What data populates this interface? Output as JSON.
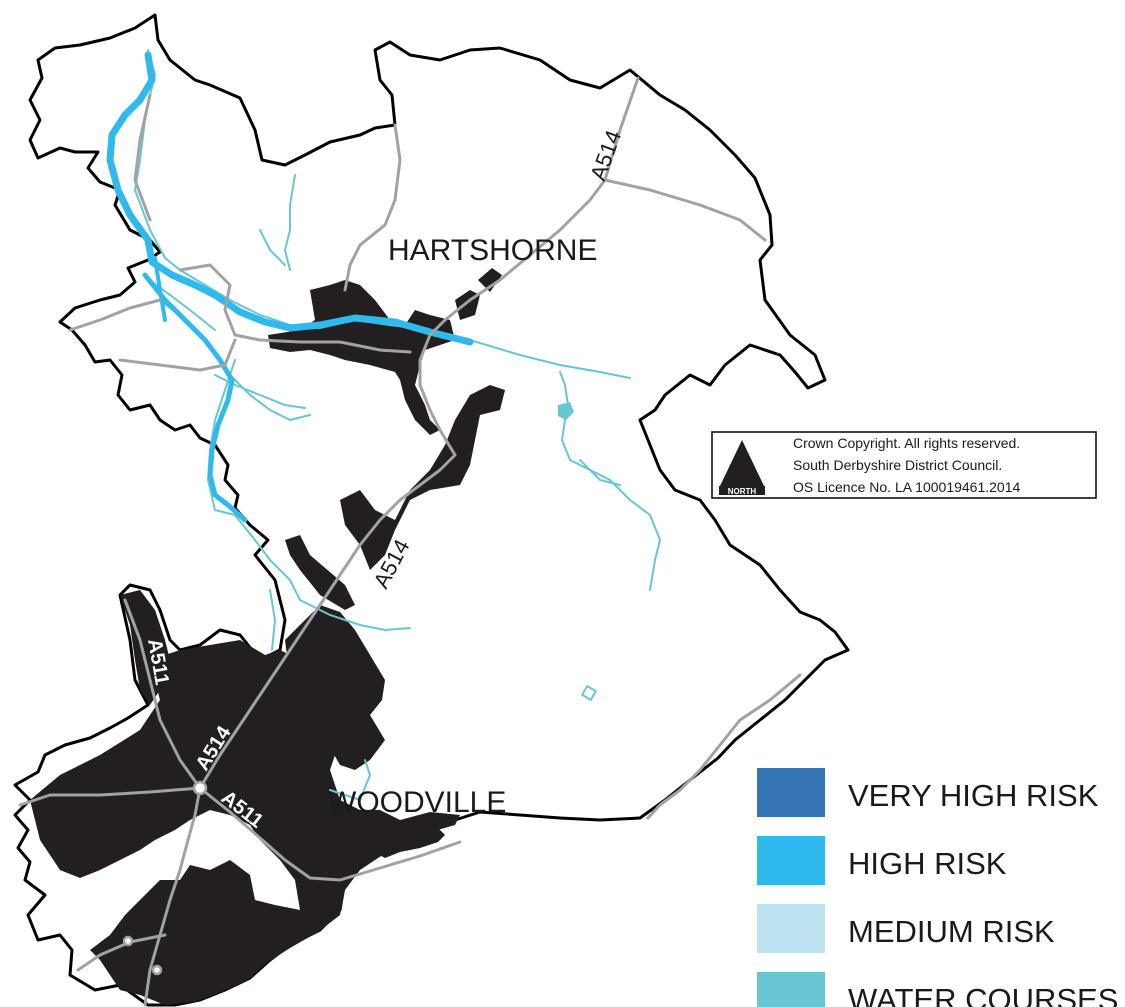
{
  "places": {
    "hartshorne": "HARTSHORNE",
    "woodville": "WOODVILLE"
  },
  "roads": {
    "a514_north": "A514",
    "a514_centre": "A514",
    "a514_south": "A514",
    "a511_west": "A511",
    "a511_south": "A511"
  },
  "copyright": {
    "line1": "Crown Copyright. All rights reserved.",
    "line2": "South Derbyshire District Council.",
    "line3": "OS Licence No. LA 100019461.2014",
    "north": "NORTH"
  },
  "legend": [
    {
      "label": "VERY HIGH RISK",
      "color": "#3574b5"
    },
    {
      "label": "HIGH RISK",
      "color": "#2fb9ec"
    },
    {
      "label": "MEDIUM RISK",
      "color": "#bee3f0"
    },
    {
      "label": "WATER COURSES",
      "color": "#67c6d2"
    }
  ],
  "colors": {
    "boundary": "#000000",
    "road": "#a2a2a2",
    "built_up": "#231f20",
    "watercourse": "#67c6d2",
    "high_risk": "#2fb9ec"
  }
}
